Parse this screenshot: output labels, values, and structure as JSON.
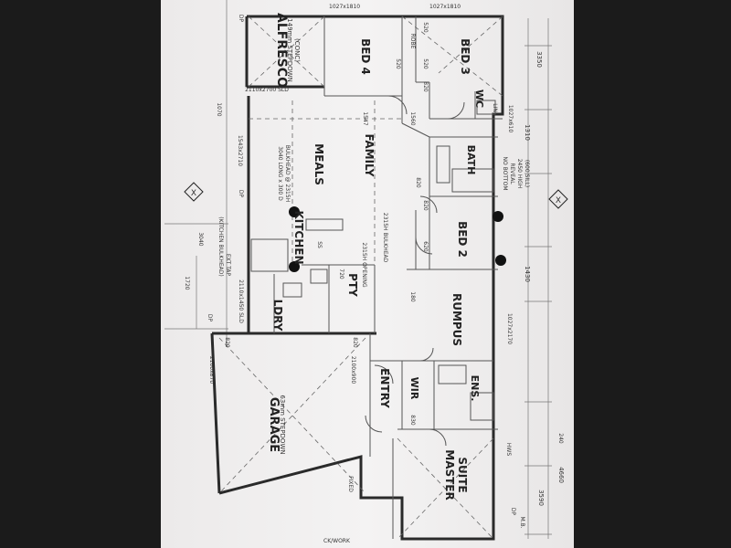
{
  "rooms": {
    "alfresco": "ALFRESCO",
    "bed4": "BED 4",
    "bed3": "BED 3",
    "meals": "MEALS",
    "family": "FAMILY",
    "kitchen": "KITCHEN",
    "bath": "BATH",
    "wc": "WC",
    "bed2": "BED 2",
    "ldry": "LDRY",
    "pty": "PTY",
    "rumpus": "RUMPUS",
    "garage": "GARAGE",
    "entry": "ENTRY",
    "wir": "WIR",
    "ens": "ENS.",
    "master": "MASTER",
    "suite": "SUITE"
  },
  "notes": {
    "alfresco_step": "149mm STEPDOWN",
    "alfresco_conc": "(CONC)",
    "garage_step": "63mm STEPDOWN",
    "bulkhead_1": "3040 LONG x 300 D",
    "bulkhead_2": "BULKHEAD @ 2315H",
    "opening_1": "2315H OPENING",
    "opening_2": "2315H BULKHEAD",
    "bath_note_1": "NO BOTTOM",
    "bath_note_2": "REVEAL",
    "bath_note_3": "2450 HIGH",
    "bath_note_4": "(600 SILL)",
    "kitchen_bulkhead": "(KITCHEN BULKHEAD)",
    "ext_tap": "EXT TAP"
  },
  "dims": {
    "d3350": "3350",
    "d1310": "1310",
    "d1430": "1430",
    "d2170": "1027x2170",
    "d4660": "4660",
    "d3590": "3590",
    "d240": "240",
    "d1810": "1027x1810",
    "d1810b": "1027x1810",
    "d610": "1027x610",
    "d2100": "2100x870",
    "d2710": "1543x2710",
    "d1070": "1070",
    "d3040": "3040",
    "d1720": "1720",
    "d820a": "820",
    "d820b": "820",
    "d820c": "820",
    "d820d": "820",
    "d820e": "820",
    "d830": "830",
    "d720": "720",
    "d520a": "520",
    "d520b": "520",
    "d520c": "520",
    "d620": "620",
    "d1560": "1560",
    "d1547": "1547",
    "d180": "180",
    "d900": "2100x900",
    "d1450": "2110x1450 SLD",
    "d2700": "2110x2700 SLD",
    "dp1": "DP",
    "dp2": "DP",
    "dp3": "DP",
    "dp4": "DP",
    "ss": "SS",
    "hws": "HWS",
    "mb": "M.B.",
    "fixed": "FIXED",
    "robe": "ROBE",
    "linen": "LIN",
    "bkwork": "CK/WORK"
  }
}
